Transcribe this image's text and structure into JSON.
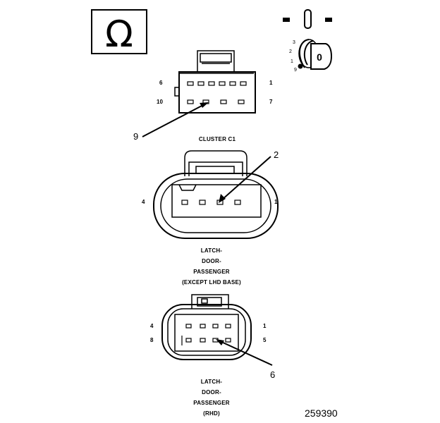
{
  "figure_number": "259390",
  "ohm_symbol": "Ω",
  "key_switch": {
    "glyph": "0",
    "positions": [
      "3",
      "2",
      "1",
      "9"
    ]
  },
  "cluster": {
    "caption": "CLUSTER C1",
    "pins": {
      "top_left": "6",
      "top_right": "1",
      "bottom_left": "10",
      "bottom_right": "7"
    },
    "callout": "9"
  },
  "latch_except": {
    "caption": [
      "LATCH-",
      "DOOR-",
      "PASSENGER",
      "(EXCEPT LHD BASE)"
    ],
    "pins": {
      "left": "4",
      "right": "1"
    },
    "callout": "2"
  },
  "latch_rhd": {
    "caption": [
      "LATCH-",
      "DOOR-",
      "PASSENGER",
      "(RHD)"
    ],
    "pins": {
      "top_left": "4",
      "top_right": "1",
      "bottom_left": "8",
      "bottom_right": "5"
    },
    "callout": "6"
  }
}
